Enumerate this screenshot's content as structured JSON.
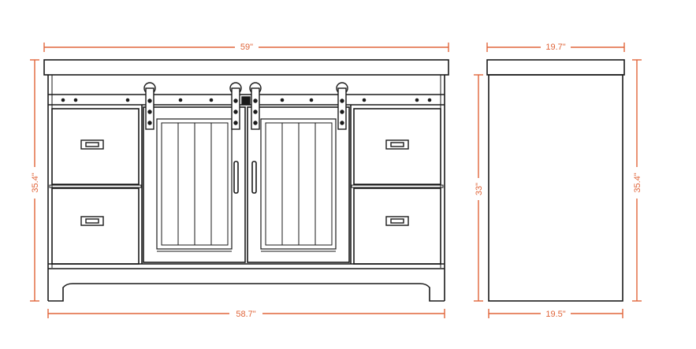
{
  "dimensions": {
    "front_top_width": "59\"",
    "front_bottom_width": "58.7\"",
    "front_height": "35.4\"",
    "side_top_depth": "19.7\"",
    "side_bottom_depth": "19.5\"",
    "side_body_height": "33\"",
    "side_total_height": "35.4\""
  },
  "colors": {
    "dimension_line": "#e0653a",
    "outline": "#1a1a1a",
    "background": "#ffffff"
  }
}
